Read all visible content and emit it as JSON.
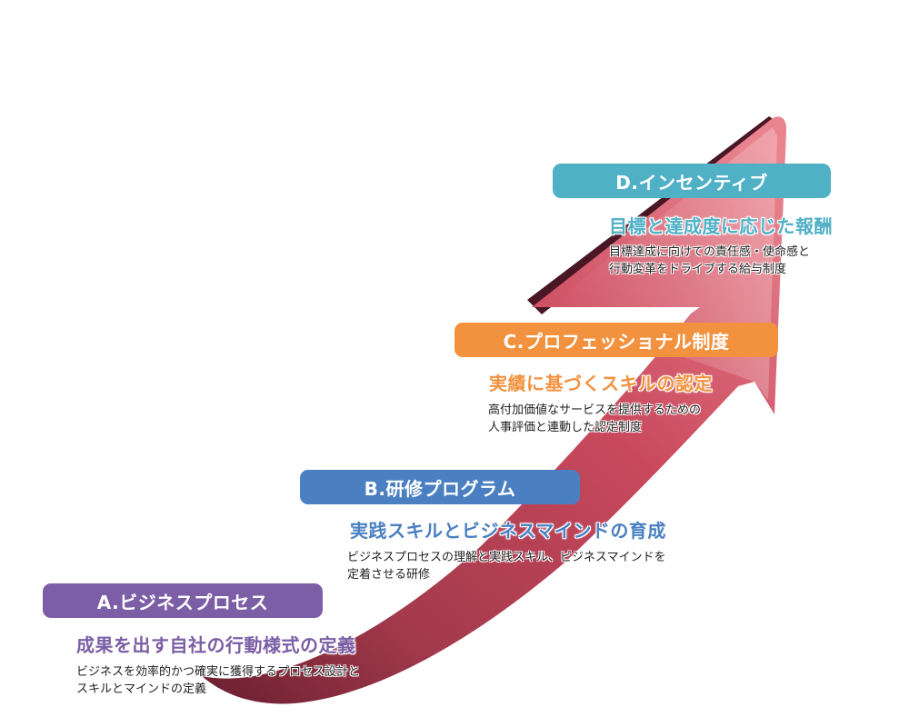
{
  "colors": {
    "step_a": "#7b5ea5",
    "step_b": "#4a80c2",
    "step_c": "#f2923f",
    "step_d": "#4fb0c6",
    "arrow_light": "#e87986",
    "arrow_dark": "#5a1d2b"
  },
  "steps": [
    {
      "label": "A.ビジネスプロセス",
      "headline": "成果を出す自社の行動様式の定義",
      "desc_lines": [
        "ビジネスを効率的かつ確実に獲得するプロセス設計と",
        "スキルとマインドの定義"
      ]
    },
    {
      "label": "B.研修プログラム",
      "headline": "実践スキルとビジネスマインドの育成",
      "desc_lines": [
        "ビジネスプロセスの理解と実践スキル、ビジネスマインドを",
        "定着させる研修"
      ]
    },
    {
      "label": "C.プロフェッショナル制度",
      "headline": "実績に基づくスキルの認定",
      "desc_lines": [
        "高付加価値なサービスを提供するための",
        "人事評価と連動した認定制度"
      ]
    },
    {
      "label": "D.インセンティブ",
      "headline": "目標と達成度に応じた報酬",
      "desc_lines": [
        "目標達成に向けての責任感・使命感と",
        "行動変革をドライブする給与制度"
      ]
    }
  ]
}
